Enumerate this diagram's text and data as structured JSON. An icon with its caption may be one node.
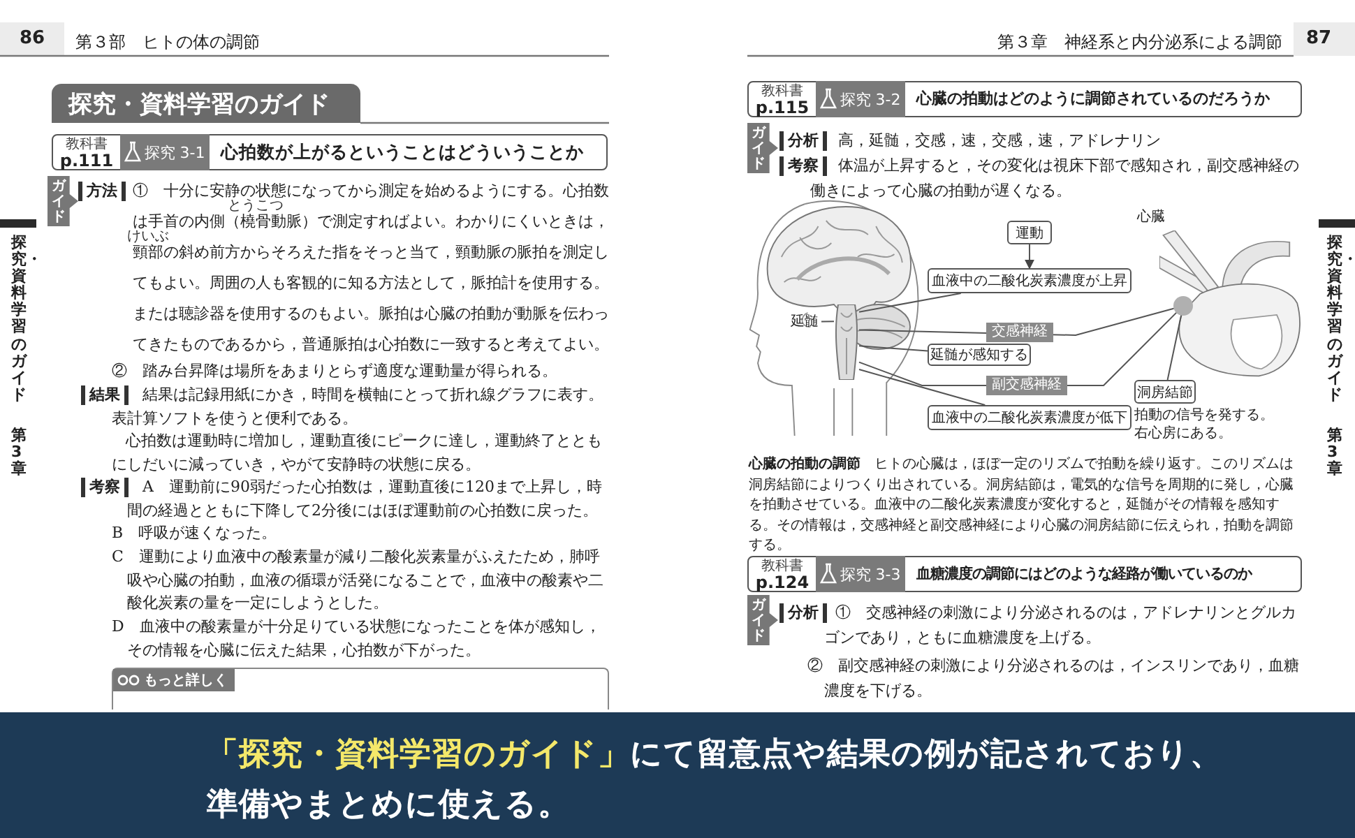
{
  "diagram": {
    "nodes": [
      {
        "text": [
          "探究・資料学習のガイド"
        ]
      },
      {
        "text": [
          "教科書",
          "p.111",
          "探究 3-1",
          "心拍数が上がるということはどういうことか"
        ]
      },
      {
        "text": [
          "もっと詳しく"
        ]
      },
      {
        "text": [
          "教科書",
          "p.115",
          "探究 3-2",
          "心臓の拍動はどのように調節されているのだろうか"
        ]
      },
      {
        "text": [],
        "shape": "picture"
      },
      {
        "text": [],
        "shape": "picture",
        "in": 4
      },
      {
        "text": [
          "運動"
        ]
      },
      {
        "text": [
          "血液中の二酸化炭素濃度が上昇"
        ]
      },
      {
        "text": [
          "延髄"
        ],
        "in": 4
      },
      {
        "text": [
          "延髄が感知する"
        ]
      },
      {
        "text": [
          "血液中の二酸化炭素濃度が低下"
        ]
      },
      {
        "text": [],
        "shape": "picture",
        "beside": [
          "心臓"
        ]
      },
      {
        "text": [],
        "shape": "circle",
        "in": 11
      },
      {
        "text": [
          "洞房結節"
        ],
        "beside": [
          "拍動の信号を発する。",
          "右心房にある。"
        ]
      },
      {
        "text": [
          "教科書",
          "p.124",
          "探究 3-3",
          "血糖濃度の調節にはどのような経路が働いているのか"
        ]
      },
      {
        "text": [
          "**「探究・資料学習のガイド」**にて留意点や結果の例が記されており、準備やまとめに使える。"
        ]
      }
    ],
    "edges": [
      {
        "from": 6,
        "to": 7,
        "arrow": "to"
      },
      {
        "from": 7,
        "to": 5,
        "arrow": "none"
      },
      {
        "from": 8,
        "to": 5,
        "arrow": "none"
      },
      {
        "from": 9,
        "to": 5,
        "arrow": "none"
      },
      {
        "from": 10,
        "to": 5,
        "arrow": "none"
      },
      {
        "from": 5,
        "to": 12,
        "arrow": "none",
        "label": "交感神経"
      },
      {
        "from": 5,
        "to": 12,
        "arrow": "none",
        "label": "副交感神経"
      },
      {
        "from": 13,
        "to": 12,
        "arrow": "none"
      }
    ],
    "labels": [
      "86",
      "第３部　ヒトの体の調節",
      "第３章　神経系と内分泌系による調節",
      "87",
      "探究・資料学習のガイド",
      "第3章",
      "ガイド",
      "方法",
      "とうこつ",
      "けいぶ",
      "①　十分に安静の状態になってから測定を始めるようにする。心拍数は手首の内側（橈骨動脈）で測定すればよい。わかりにくいときは，頸部の斜め前方からそろえた指をそっと当て，頸動脈の脈拍を測定してもよい。周囲の人も客観的に知る方法として，脈拍計を使用する。または聴診器を使用するのもよい。脈拍は心臓の拍動が動脈を伝わってきたものであるから，普通脈拍は心拍数に一致すると考えてよい。",
      "②　踏み台昇降は場所をあまりとらず適度な運動量が得られる。",
      "結果",
      "結果は記録用紙にかき，時間を横軸にとって折れ線グラフに表す。表計算ソフトを使うと便利である。",
      "心拍数は運動時に増加し，運動直後にピークに達し，運動終了とともにしだいに減っていき，やがて安静時の状態に戻る。",
      "考察",
      "A　運動前に90弱だった心拍数は，運動直後に120まで上昇し，時間の経過とともに下降して2分後にはほぼ運動前の心拍数に戻った。",
      "B　呼吸が速くなった。",
      "C　運動により血液中の酸素量が減り二酸化炭素量がふえたため，肺呼吸や心臓の拍動，血液の循環が活発になることで，血液中の酸素や二酸化炭素の量を一定にしようとした。",
      "D　血液中の酸素量が十分足りている状態になったことを体が感知し，その情報を心臓に伝えた結果，心拍数が下がった。",
      "ガイド",
      "分析",
      "高，延髄，交感，速，交感，速，アドレナリン",
      "考察",
      "体温が上昇すると，その変化は視床下部で感知され，副交感神経の働きによって心臓の拍動が遅くなる。",
      "**心臓の拍動の調節**　ヒトの心臓は，ほぼ一定のリズムで拍動を繰り返す。このリズムは洞房結節によりつくり出されている。洞房結節は，電気的な信号を周期的に発し，心臓を拍動させている。血液中の二酸化炭素濃度が変化すると，延髄がその情報を感知する。その情報は，交感神経と副交感神経により心臓の洞房結節に伝えられ，拍動を調節する。",
      "ガイド",
      "分析",
      "①　交感神経の刺激により分泌されるのは，アドレナリンとグルカゴンであり，ともに血糖濃度を上げる。",
      "②　副交感神経の刺激により分泌されるのは，インスリンであり，血糖濃度を下げる。",
      "探究・資料学習のガイド",
      "第3章"
    ]
  }
}
